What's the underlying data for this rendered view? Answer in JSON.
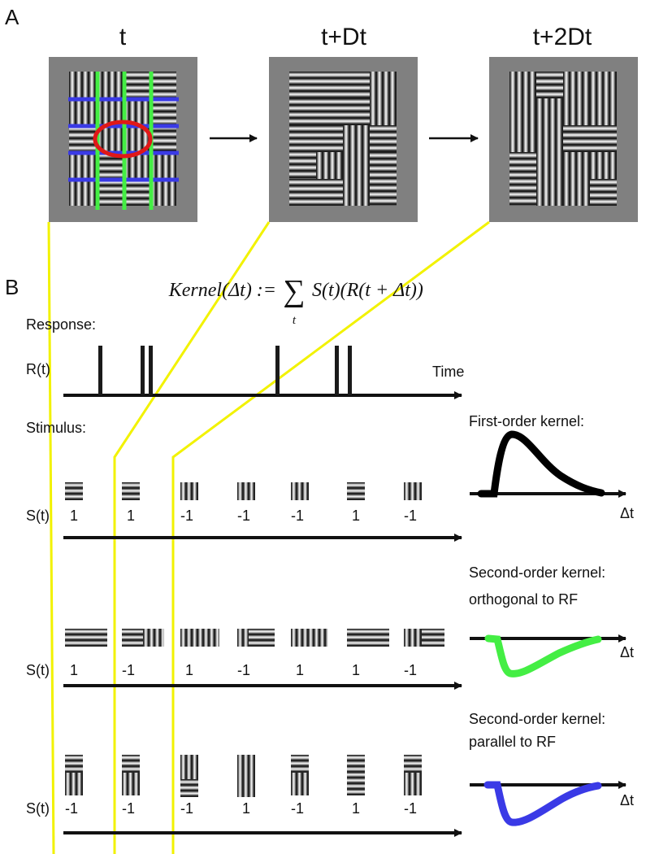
{
  "panel_a": {
    "label": "A",
    "frame_titles": [
      "t",
      "t+Dt",
      "t+2Dt"
    ]
  },
  "panel_b": {
    "label": "B",
    "formula": {
      "lhs": "Kernel(Δt) :=",
      "sum": "∑",
      "sum_index": "t",
      "rhs": "S(t)(R(t + Δt))"
    },
    "response_label": "Response:",
    "response_axis_label": "R(t)",
    "time_label": "Time",
    "stimulus_label": "Stimulus:",
    "rows": [
      {
        "axis_label": "S(t)",
        "values": [
          "1",
          "1",
          "-1",
          "-1",
          "-1",
          "1",
          "-1"
        ],
        "kernel_title_lines": [
          "First-order kernel:"
        ],
        "kernel_axis_label": "Δt"
      },
      {
        "axis_label": "S(t)",
        "values": [
          "1",
          "-1",
          "1",
          "-1",
          "1",
          "1",
          "-1"
        ],
        "kernel_title_lines": [
          "Second-order kernel:",
          "orthogonal to RF"
        ],
        "kernel_axis_label": "Δt"
      },
      {
        "axis_label": "S(t)",
        "values": [
          "-1",
          "-1",
          "-1",
          "1",
          "-1",
          "1",
          "-1"
        ],
        "kernel_title_lines": [
          "Second-order kernel:",
          "parallel to RF"
        ],
        "kernel_axis_label": "Δt"
      }
    ]
  },
  "colors": {
    "frame_gray": "#808080",
    "grid_blue": "#3a3ae6",
    "grid_green": "#44ee44",
    "rf_red": "#e01818",
    "connector_yellow": "#f2f200",
    "first_order_kernel": "#000000",
    "orthogonal_kernel": "#44ee44",
    "parallel_kernel": "#3a3ae6"
  }
}
